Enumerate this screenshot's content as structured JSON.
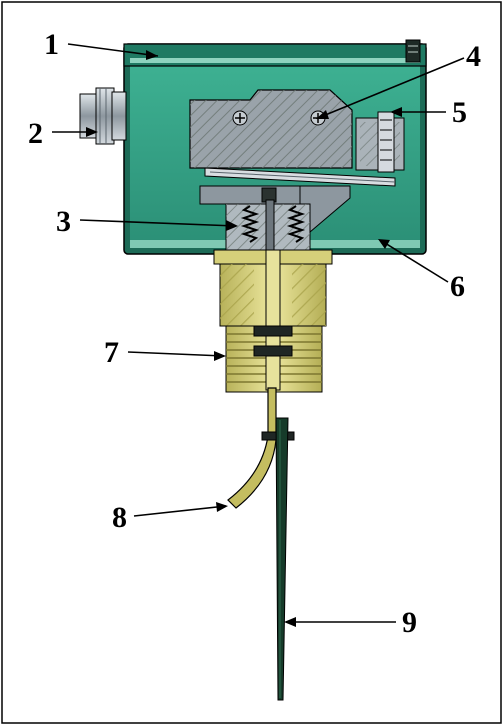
{
  "diagram": {
    "callouts": [
      {
        "id": "1",
        "label": "1"
      },
      {
        "id": "2",
        "label": "2"
      },
      {
        "id": "3",
        "label": "3"
      },
      {
        "id": "4",
        "label": "4"
      },
      {
        "id": "5",
        "label": "5"
      },
      {
        "id": "6",
        "label": "6"
      },
      {
        "id": "7",
        "label": "7"
      },
      {
        "id": "8",
        "label": "8"
      },
      {
        "id": "9",
        "label": "9"
      }
    ],
    "colors": {
      "housing": "#2f9e82",
      "housing_dark": "#1d6b57",
      "housing_light": "#8fd3bf",
      "metal": "#9aa3aa",
      "metal_dark": "#55606a",
      "brass": "#c9c46a",
      "brass_light": "#e8e39a",
      "brass_dark": "#8a8430",
      "vane": "#1f4a35",
      "paddle": "#163b2a",
      "outline": "#000000"
    }
  }
}
